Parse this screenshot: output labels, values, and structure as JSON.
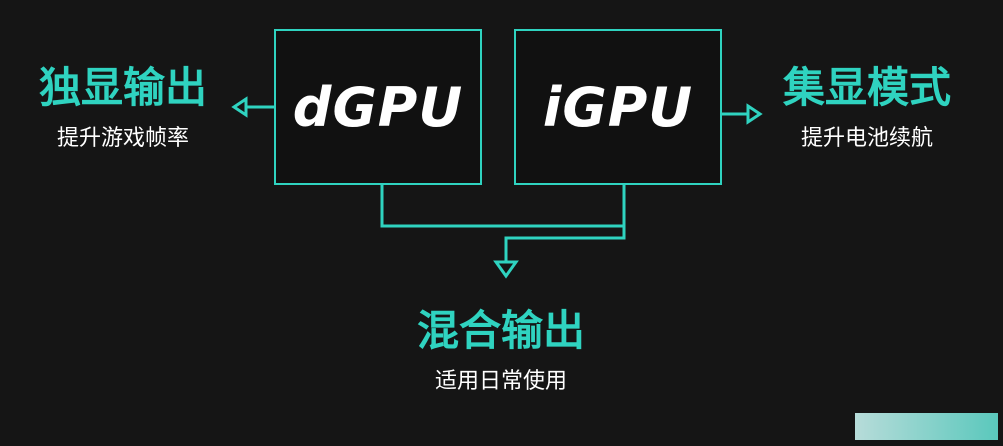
{
  "boxes": {
    "dgpu": "dGPU",
    "igpu": "iGPU"
  },
  "modes": {
    "dgpu": {
      "title": "独显输出",
      "desc": "提升游戏帧率"
    },
    "igpu": {
      "title": "集显模式",
      "desc": "提升电池续航"
    },
    "hybrid": {
      "title": "混合输出",
      "desc": "适用日常使用"
    }
  },
  "colors": {
    "accent": "#2fd3c0",
    "background": "#151515",
    "text": "#ffffff"
  }
}
